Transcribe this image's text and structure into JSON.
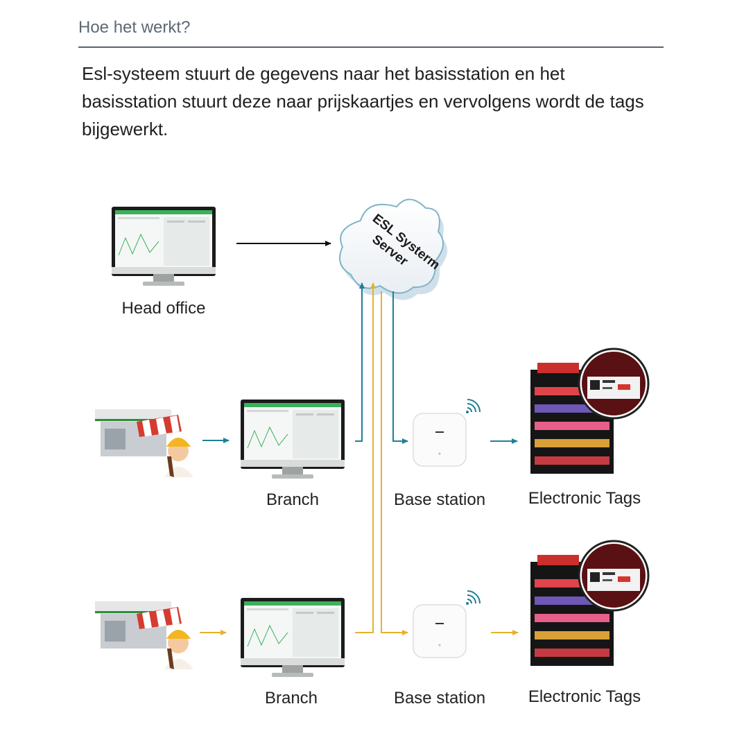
{
  "section": {
    "heading": "Hoe het werkt?",
    "description": "Esl-systeem stuurt de gegevens naar het basisstation en het basisstation stuurt deze naar prijskaartjes en vervolgens wordt de tags bijgewerkt."
  },
  "diagram": {
    "cloud_label_line1": "ESL Systerm",
    "cloud_label_line2": "Server",
    "head_office_label": "Head office",
    "branch_label_1": "Branch",
    "branch_label_2": "Branch",
    "base_station_label_1": "Base station",
    "base_station_label_2": "Base station",
    "tags_label_1": "Electronic Tags",
    "tags_label_2": "Electronic Tags",
    "colors": {
      "flow_teal": "#1e7f98",
      "flow_gold": "#e6b12e",
      "screen_green": "#3bb15b"
    }
  }
}
